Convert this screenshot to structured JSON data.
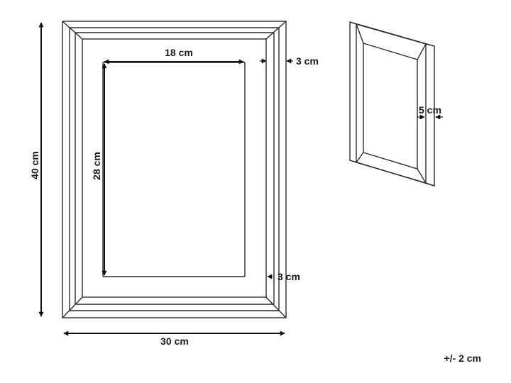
{
  "labels": {
    "height": "40 cm",
    "width": "30 cm",
    "inner_width": "18 cm",
    "inner_height": "28 cm",
    "border_top": "3 cm",
    "border_bottom": "3 cm",
    "depth": "5 cm",
    "tolerance": "+/- 2 cm"
  }
}
